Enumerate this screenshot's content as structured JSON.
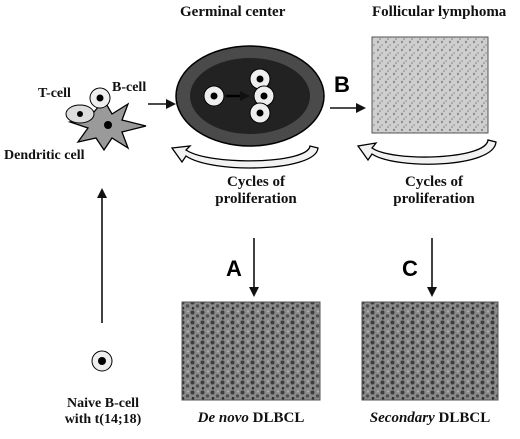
{
  "labels": {
    "germinal_center": "Germinal center",
    "follicular_lymphoma": "Follicular lymphoma",
    "t_cell": "T-cell",
    "b_cell": "B-cell",
    "dendritic_cell": "Dendritic cell",
    "cycles_left_line1": "Cycles of",
    "cycles_left_line2": "proliferation",
    "cycles_right_line1": "Cycles of",
    "cycles_right_line2": "proliferation",
    "naive_line1": "Naive B-cell",
    "naive_line2": "with t(14;18)",
    "denovo_italic": "De novo",
    "denovo_rest": "DLBCL",
    "secondary_italic": "Secondary",
    "secondary_rest": "DLBCL"
  },
  "markers": {
    "a": "A",
    "b": "B",
    "c": "C"
  },
  "colors": {
    "germinal_outer": "#4a4a4a",
    "germinal_inner": "#222222",
    "cycle_arrow_fill": "#f2f2f2",
    "dendritic_fill": "#9a9a9a",
    "follicular_texture": "#c8c8c8",
    "dlbcl_texture": "#7a7a7a"
  }
}
